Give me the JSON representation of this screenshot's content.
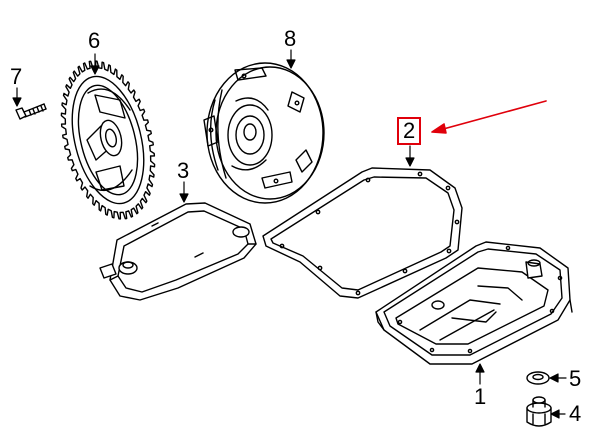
{
  "diagram": {
    "callouts": {
      "c1": "1",
      "c2": "2",
      "c3": "3",
      "c4": "4",
      "c5": "5",
      "c6": "6",
      "c7": "7",
      "c8": "8"
    },
    "highlighted_callout": "2",
    "highlight_color": "#e0000b",
    "line_color": "#000000",
    "parts": [
      {
        "callout": "1",
        "icon": "oil-pan-icon"
      },
      {
        "callout": "2",
        "icon": "pan-gasket-icon"
      },
      {
        "callout": "3",
        "icon": "filter-icon"
      },
      {
        "callout": "4",
        "icon": "drain-plug-icon"
      },
      {
        "callout": "5",
        "icon": "seal-washer-icon"
      },
      {
        "callout": "6",
        "icon": "flywheel-icon"
      },
      {
        "callout": "7",
        "icon": "bolt-icon"
      },
      {
        "callout": "8",
        "icon": "torque-converter-icon"
      }
    ]
  }
}
